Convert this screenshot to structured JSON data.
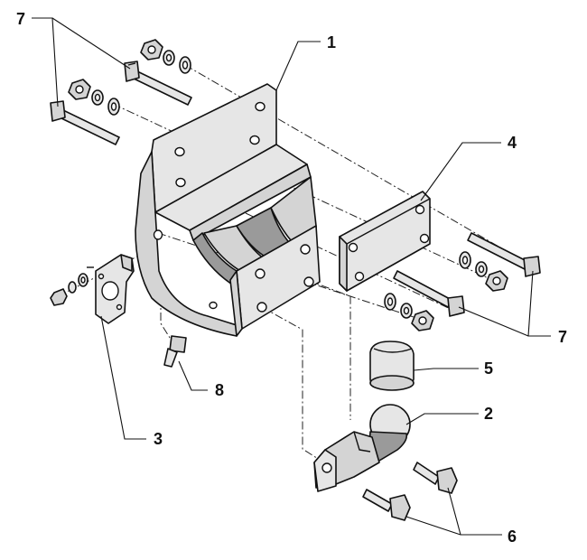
{
  "callouts": [
    {
      "id": "c1",
      "text": "1"
    },
    {
      "id": "c2",
      "text": "2"
    },
    {
      "id": "c3",
      "text": "3"
    },
    {
      "id": "c4",
      "text": "4"
    },
    {
      "id": "c5",
      "text": "5"
    },
    {
      "id": "c6",
      "text": "6"
    },
    {
      "id": "c7a",
      "text": "7"
    },
    {
      "id": "c7b",
      "text": "7"
    },
    {
      "id": "c8",
      "text": "8"
    }
  ]
}
